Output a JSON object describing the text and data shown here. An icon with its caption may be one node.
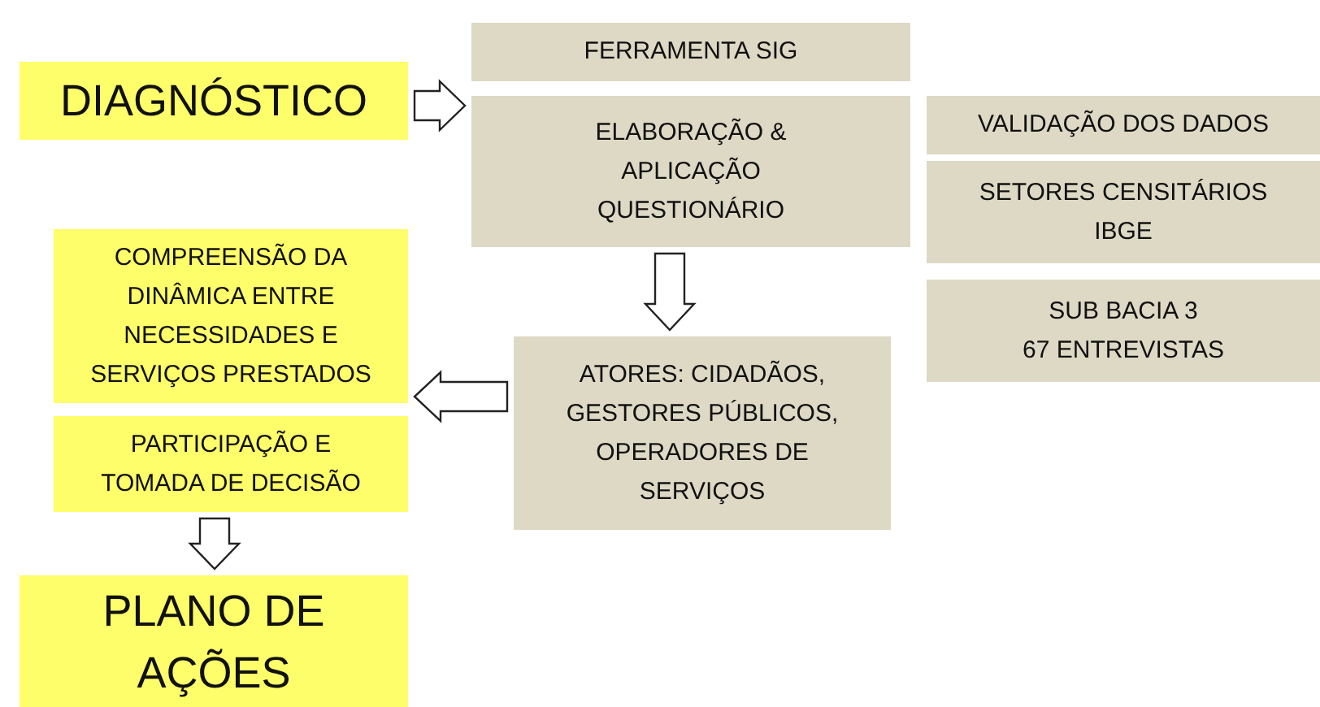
{
  "diagram": {
    "nodes": [
      {
        "text": [
          "DIAGNÓSTICO"
        ]
      },
      {
        "text": [
          "FERRAMENTA SIG"
        ]
      },
      {
        "text": [
          "ELABORAÇÃO & APLICAÇÃO QUESTIONÁRIO"
        ]
      },
      {
        "text": [
          "VALIDAÇÃO DOS DADOS"
        ]
      },
      {
        "text": [
          "SETORES CENSITÁRIOS IBGE"
        ]
      },
      {
        "text": [
          "SUB BACIA 3",
          "67 ENTREVISTAS"
        ]
      },
      {
        "text": [
          "COMPREENSÃO DA DINÂMICA ENTRE NECESSIDADES E SERVIÇOS PRESTADOS"
        ]
      },
      {
        "text": [
          "ATORES: CIDADÃOS, GESTORES PÚBLICOS, OPERADORES DE SERVIÇOS"
        ]
      },
      {
        "text": [
          "PARTICIPAÇÃO E TOMADA DE DECISÃO"
        ]
      },
      {
        "text": [
          "PLANO DE AÇÕES"
        ]
      }
    ],
    "edges": [
      {
        "from": 0,
        "to": 2,
        "arrow": "to"
      },
      {
        "from": 2,
        "to": 7,
        "arrow": "to"
      },
      {
        "from": 7,
        "to": 6,
        "arrow": "to"
      },
      {
        "from": 8,
        "to": 9,
        "arrow": "to"
      }
    ]
  }
}
